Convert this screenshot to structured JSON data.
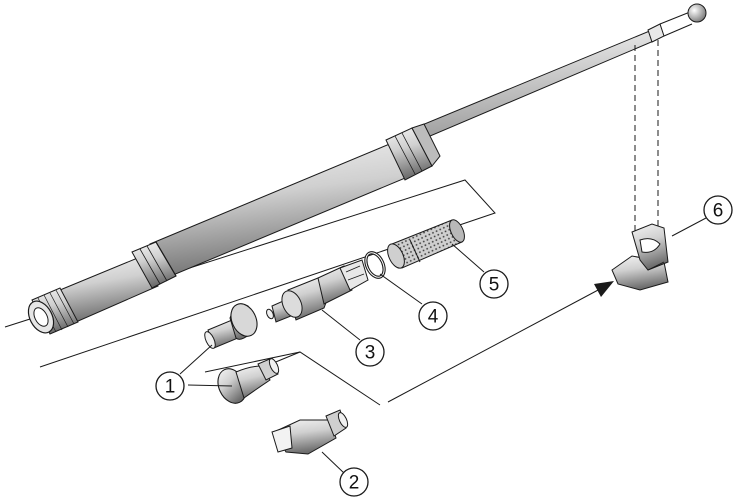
{
  "colors": {
    "ink": "#1a1a1a",
    "tube_fill": "#d6d6d6",
    "tube_shade": "#8c8c8c",
    "paper": "#ffffff"
  },
  "callouts": {
    "c1": "1",
    "c2": "2",
    "c3": "3",
    "c4": "4",
    "c5": "5",
    "c6": "6"
  },
  "parts": {
    "wand_assembly": "telescopic-wand",
    "part1": "cone-nozzles",
    "part2": "flat-nozzle",
    "part3": "nozzle-adapter",
    "part4": "o-ring",
    "part5": "filter-screen",
    "part6": "storage-clip"
  }
}
